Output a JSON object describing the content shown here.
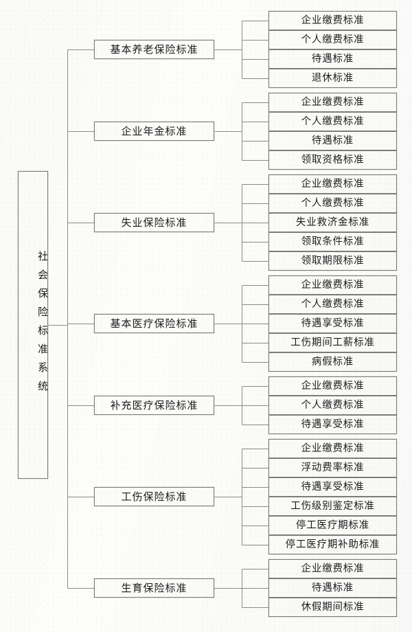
{
  "diagram": {
    "title": "社会保险标准系统",
    "type": "hierarchy-tree",
    "root": {
      "label": "社会保险标准系统"
    },
    "categories": [
      {
        "label": "基本养老保险标准",
        "children": [
          {
            "label": "企业缴费标准"
          },
          {
            "label": "个人缴费标准"
          },
          {
            "label": "待遇标准"
          },
          {
            "label": "退休标准"
          }
        ]
      },
      {
        "label": "企业年金标准",
        "children": [
          {
            "label": "企业缴费标准"
          },
          {
            "label": "个人缴费标准"
          },
          {
            "label": "待遇标准"
          },
          {
            "label": "领取资格标准"
          }
        ]
      },
      {
        "label": "失业保险标准",
        "children": [
          {
            "label": "企业缴费标准"
          },
          {
            "label": "个人缴费标准"
          },
          {
            "label": "失业救济金标准"
          },
          {
            "label": "领取条件标准"
          },
          {
            "label": "领取期限标准"
          }
        ]
      },
      {
        "label": "基本医疗保险标准",
        "children": [
          {
            "label": "企业缴费标准"
          },
          {
            "label": "个人缴费标准"
          },
          {
            "label": "待遇享受标准"
          },
          {
            "label": "工伤期间工薪标准"
          },
          {
            "label": "病假标准"
          }
        ]
      },
      {
        "label": "补充医疗保险标准",
        "children": [
          {
            "label": "企业缴费标准"
          },
          {
            "label": "个人缴费标准"
          },
          {
            "label": "待遇享受标准"
          }
        ]
      },
      {
        "label": "工伤保险标准",
        "children": [
          {
            "label": "企业缴费标准"
          },
          {
            "label": "浮动费率标准"
          },
          {
            "label": "待遇享受标准"
          },
          {
            "label": "工伤级别鉴定标准"
          },
          {
            "label": "停工医疗期标准"
          },
          {
            "label": "停工医疗期补助标准"
          }
        ]
      },
      {
        "label": "生育保险标准",
        "children": [
          {
            "label": "企业缴费标准"
          },
          {
            "label": "待遇标准"
          },
          {
            "label": "休假期间标准"
          }
        ]
      }
    ],
    "colors": {
      "box_border": "#7c7c79",
      "box_fill": "#fcfcfa",
      "connector": "#8b8b88",
      "text": "#1c1c1c",
      "page_background": "#fdfdfb"
    }
  }
}
